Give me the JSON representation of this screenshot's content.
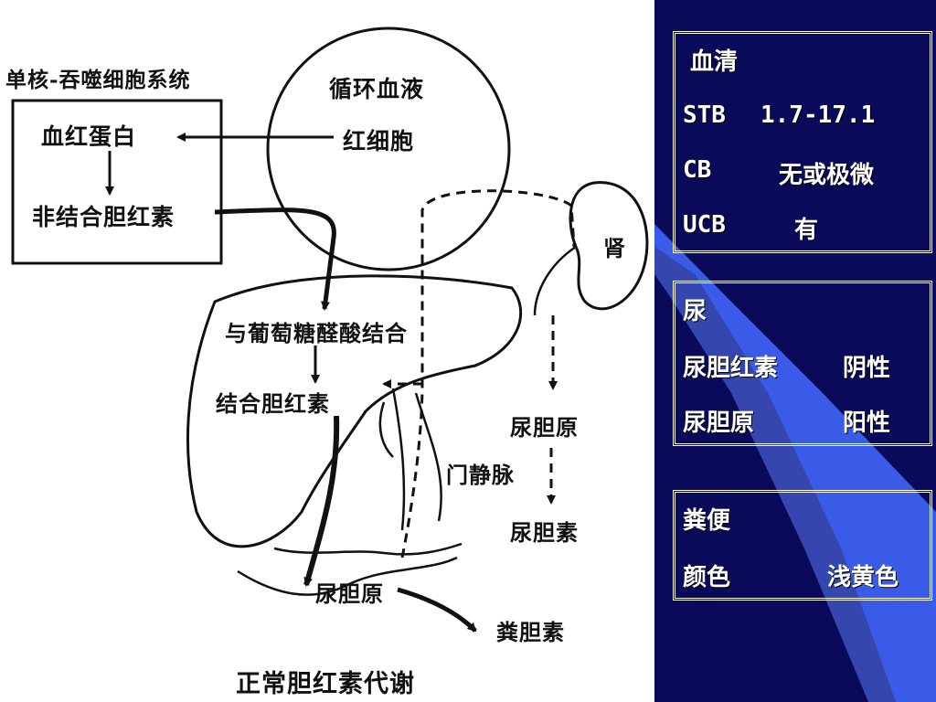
{
  "diagram": {
    "system_label": "单核-吞噬细胞系统",
    "blood_label": "循环血液",
    "rbc_label": "红细胞",
    "hemoglobin_label": "血红蛋白",
    "ucb_label": "非结合胆红素",
    "kidney_label": "肾",
    "glucuronide_label": "与葡萄糖醛酸结合",
    "cb_label": "结合胆红素",
    "urobilinogen_urine_label": "尿胆原",
    "portal_vein_label": "门静脉",
    "urobilin_label": "尿胆素",
    "urobilinogen_gut_label": "尿胆原",
    "stercobilin_label": "粪胆素",
    "caption": "正常胆红素代谢"
  },
  "serum": {
    "title": "血清",
    "rows": [
      {
        "name": "STB",
        "value": "1.7-17.1"
      },
      {
        "name": "CB",
        "value": "无或极微"
      },
      {
        "name": "UCB",
        "value": "有"
      }
    ]
  },
  "urine": {
    "title": "尿",
    "rows": [
      {
        "name": "尿胆红素",
        "value": "阴性"
      },
      {
        "name": "尿胆原",
        "value": "阳性"
      }
    ]
  },
  "stool": {
    "title": "粪便",
    "rows": [
      {
        "name": "颜色",
        "value": "浅黄色"
      }
    ]
  },
  "colors": {
    "background": "#0a0a5a",
    "accent": "#3a5ae8",
    "text": "#ffffff"
  }
}
